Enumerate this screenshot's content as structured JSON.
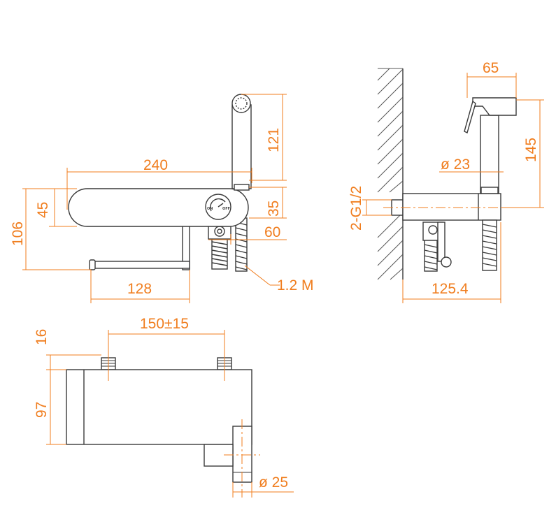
{
  "front_view": {
    "dim_240": "240",
    "dim_45": "45",
    "dim_106": "106",
    "dim_121": "121",
    "dim_35": "35",
    "dim_60": "60",
    "dim_128": "128",
    "hose_label": "1.2 M",
    "switch_on": "ON",
    "switch_off": "OFF"
  },
  "side_view": {
    "dim_65": "65",
    "dim_145": "145",
    "dim_d23": "ø 23",
    "dim_thread": "2-G1/2",
    "dim_125_4": "125.4"
  },
  "top_view": {
    "dim_150": "150±15",
    "dim_16": "16",
    "dim_97": "97",
    "dim_d25": "ø 25"
  },
  "colors": {
    "dimension": "#f07d1e",
    "outline": "#3a3a3a"
  }
}
